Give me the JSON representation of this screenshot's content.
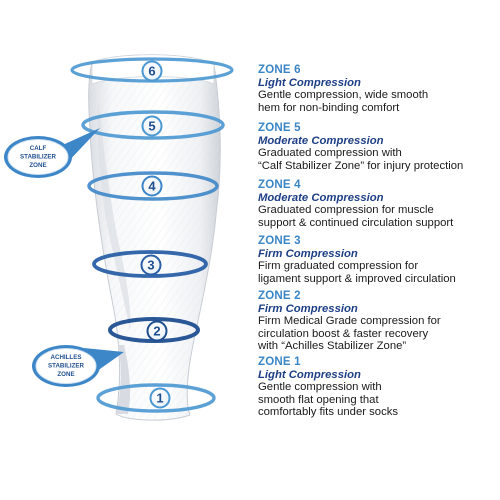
{
  "colors": {
    "zone_heading": "#3a85c6",
    "compression_type": "#1e3f86",
    "band_light": "#4a97d2",
    "band_dark": "#1f4e8f",
    "sleeve": "#f2f4f6"
  },
  "callouts": {
    "calf": [
      "CALF",
      "STABILIZER",
      "ZONE"
    ],
    "achilles": [
      "ACHILLES",
      "STABILIZER",
      "ZONE"
    ]
  },
  "zones": [
    {
      "number": "6",
      "title": "ZONE 6",
      "type": "Light Compression",
      "lines": [
        "Gentle compression, wide smooth",
        "hem for non-binding comfort"
      ]
    },
    {
      "number": "5",
      "title": "ZONE 5",
      "type": "Moderate Compression",
      "lines": [
        "Graduated compression with",
        "“Calf Stabilizer Zone” for injury protection"
      ]
    },
    {
      "number": "4",
      "title": "ZONE 4",
      "type": "Moderate Compression",
      "lines": [
        "Graduated compression for muscle",
        "support & continued circulation support"
      ]
    },
    {
      "number": "3",
      "title": "ZONE 3",
      "type": "Firm Compression",
      "lines": [
        "Firm graduated compression for",
        "ligament support & improved circulation"
      ]
    },
    {
      "number": "2",
      "title": "ZONE 2",
      "type": "Firm Compression",
      "lines": [
        "Firm Medical Grade compression for",
        "circulation boost & faster recovery",
        "with “Achilles Stabilizer Zone”"
      ]
    },
    {
      "number": "1",
      "title": "ZONE 1",
      "type": "Light Compression",
      "lines": [
        "Gentle compression with",
        "smooth flat opening that",
        "comfortably fits under socks"
      ]
    }
  ]
}
